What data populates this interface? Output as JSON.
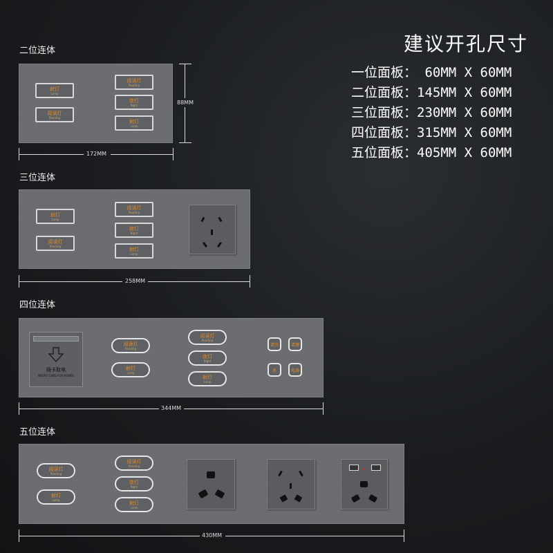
{
  "header": {
    "title": "建议开孔尺寸",
    "specs": [
      "一位面板： 60MM X 60MM",
      "二位面板：145MM X 60MM",
      "三位面板：230MM X 60MM",
      "四位面板：315MM X 60MM",
      "五位面板：405MM X 60MM"
    ]
  },
  "sections": {
    "two": {
      "label": "二位连体",
      "width_dim": "172MM",
      "height_dim": "88MM"
    },
    "three": {
      "label": "三位连体",
      "width_dim": "258MM"
    },
    "four": {
      "label": "四位连体",
      "width_dim": "344MM"
    },
    "five": {
      "label": "五位连体",
      "width_dim": "430MM"
    }
  },
  "keys": {
    "lamp": "射灯",
    "lamp_en": "Lamp",
    "reading": "阅读灯",
    "reading_en": "Reading",
    "night": "夜灯",
    "night_en": "Night",
    "small_a": "请勿",
    "small_b": "清理",
    "small_c": "总",
    "small_d": "电源"
  },
  "card_holder": {
    "text_cn": "插卡取电",
    "text_en": "INSERT CARD FOR POWER"
  },
  "colors": {
    "background": "#1c1e21",
    "panel": "#6a6c6f",
    "key_text": "#e08a2a",
    "key_border": "#e6e6e6"
  }
}
